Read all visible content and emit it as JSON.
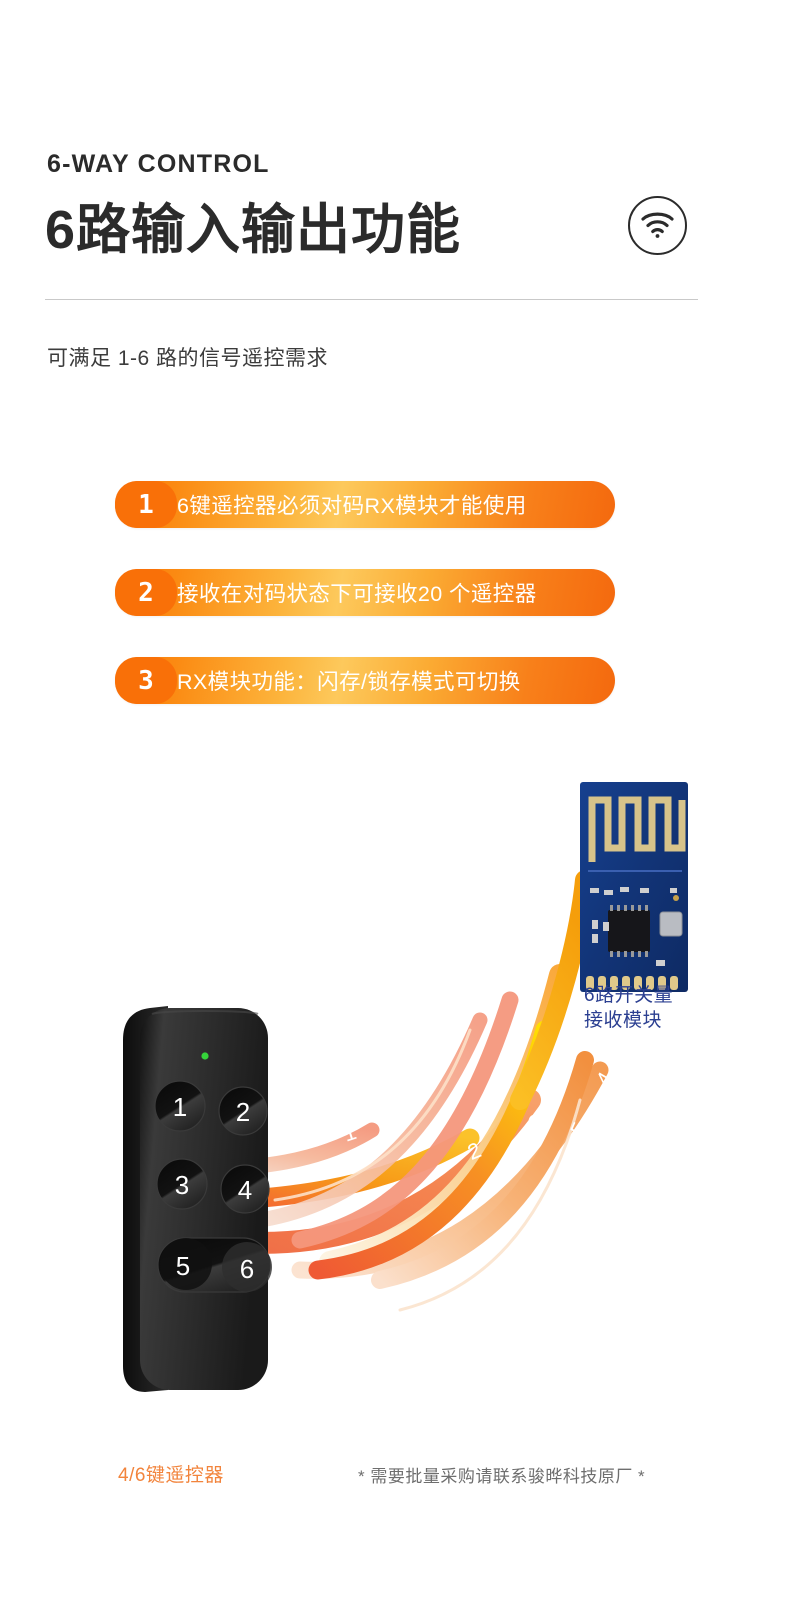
{
  "header": {
    "eyebrow": "6-WAY CONTROL",
    "title": "6路输入输出功能",
    "subtitle": "可满足 1-6 路的信号遥控需求",
    "icon": "wifi-icon"
  },
  "features": [
    {
      "number": "1",
      "text": "6键遥控器必须对码RX模块才能使用"
    },
    {
      "number": "2",
      "text": "接收在对码状态下可接收20 个遥控器"
    },
    {
      "number": "3",
      "text": "RX模块功能：闪存/锁存模式可切换"
    }
  ],
  "illustration": {
    "remote": {
      "caption": "4/6键遥控器",
      "led": "status-led",
      "buttons": [
        "1",
        "2",
        "3",
        "4",
        "5",
        "6"
      ]
    },
    "module": {
      "label_line1": "6路开关量",
      "label_line2": "接收模块"
    },
    "signals": [
      {
        "id": "1",
        "color": "#f08a4b"
      },
      {
        "id": "2",
        "color": "#f9b312"
      },
      {
        "id": "3",
        "color": "#f9a183"
      },
      {
        "id": "4",
        "color": "#fbd9a2"
      },
      {
        "id": "5",
        "color": "#ffd400"
      },
      {
        "id": "6",
        "color": "#f5a05a"
      }
    ]
  },
  "footer": {
    "note": "* 需要批量采购请联系骏晔科技原厂 *"
  },
  "colors": {
    "accent_orange": "#f97708",
    "accent_amber": "#fdc95c",
    "text_dark": "#2b2b2b",
    "text_gray": "#6e6e6e",
    "module_blue": "#2b3f91",
    "pcb_blue": "#14357f",
    "remote_black": "#242424",
    "led_green": "#35d43a"
  }
}
